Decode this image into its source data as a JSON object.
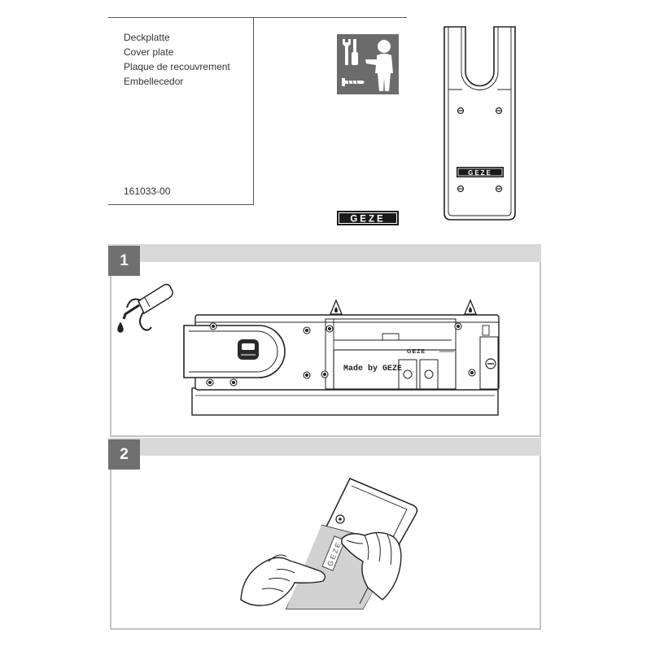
{
  "product": {
    "name_de": "Deckplatte",
    "name_en": "Cover plate",
    "name_fr": "Plaque de recouvrement",
    "name_es": "Embellecedor",
    "article_number": "161033-00"
  },
  "brand": {
    "logo_text": "GEZE"
  },
  "safety_icon": {
    "name": "tools-keep-away-from-children-icon"
  },
  "cover_plate": {
    "label": "GEZE"
  },
  "steps": [
    {
      "number": "1",
      "imprint": "Made by GEZE",
      "small_label": "GEZE"
    },
    {
      "number": "2",
      "plate_label": "GEZE"
    }
  ],
  "colors": {
    "step_bar": "#d9d9d9",
    "step_number_box": "#707070",
    "panel_border": "#c4c4c4",
    "icon_background": "#6b6b6b",
    "logo_background": "#1a1a1a"
  }
}
